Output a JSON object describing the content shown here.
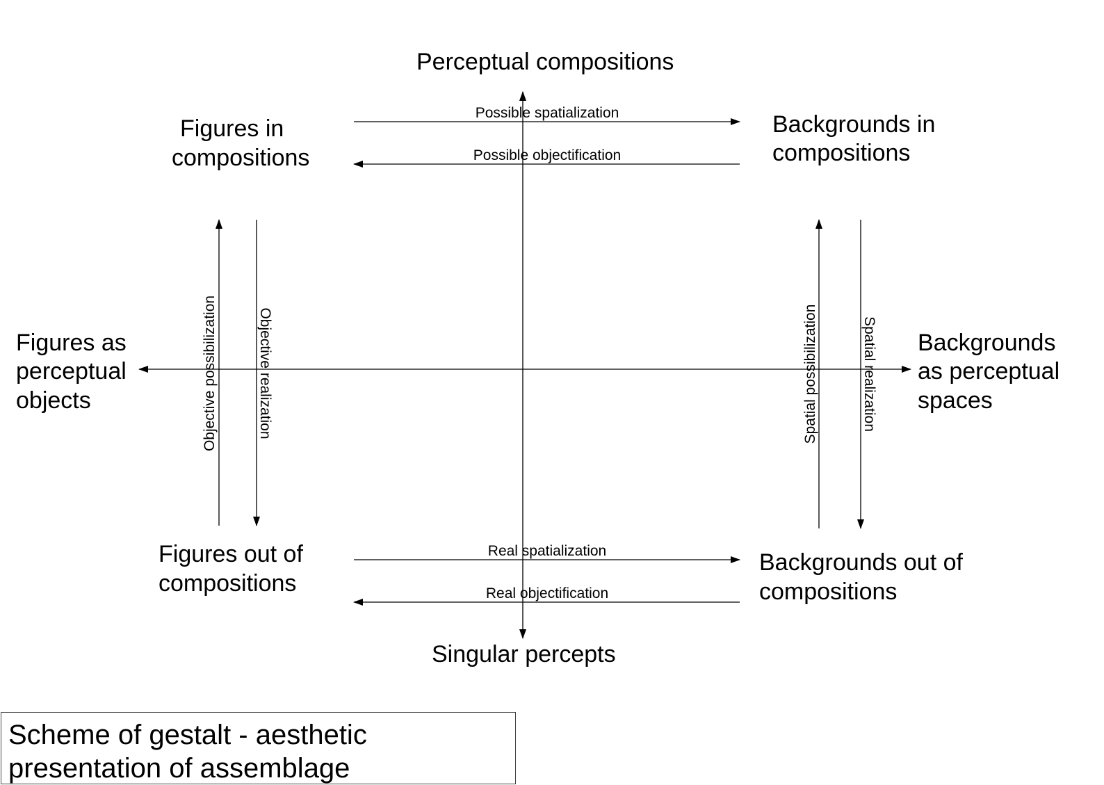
{
  "axes": {
    "top": "Perceptual compositions",
    "bottom": "Singular percepts",
    "left": [
      "Figures as",
      "perceptual",
      "objects"
    ],
    "right": [
      "Backgrounds",
      "as perceptual",
      "spaces"
    ]
  },
  "corners": {
    "top_left": [
      "Figures in",
      "compositions"
    ],
    "top_right": [
      "Backgrounds in",
      "compositions"
    ],
    "bottom_left": [
      "Figures out of",
      "compositions"
    ],
    "bottom_right": [
      "Backgrounds out of",
      "compositions"
    ]
  },
  "edges": {
    "possible_spatialization": "Possible spatialization",
    "possible_objectification": "Possible objectification",
    "real_spatialization": "Real spatialization",
    "real_objectification": "Real objectification",
    "objective_possibilization": "Objective possibilization",
    "objective_realization": "Objective realization",
    "spatial_possibilization": "Spatial possibilization",
    "spatial_realization": "Spatial realization"
  },
  "caption": "Scheme of gestalt - aesthetic\npresentation of assemblage"
}
